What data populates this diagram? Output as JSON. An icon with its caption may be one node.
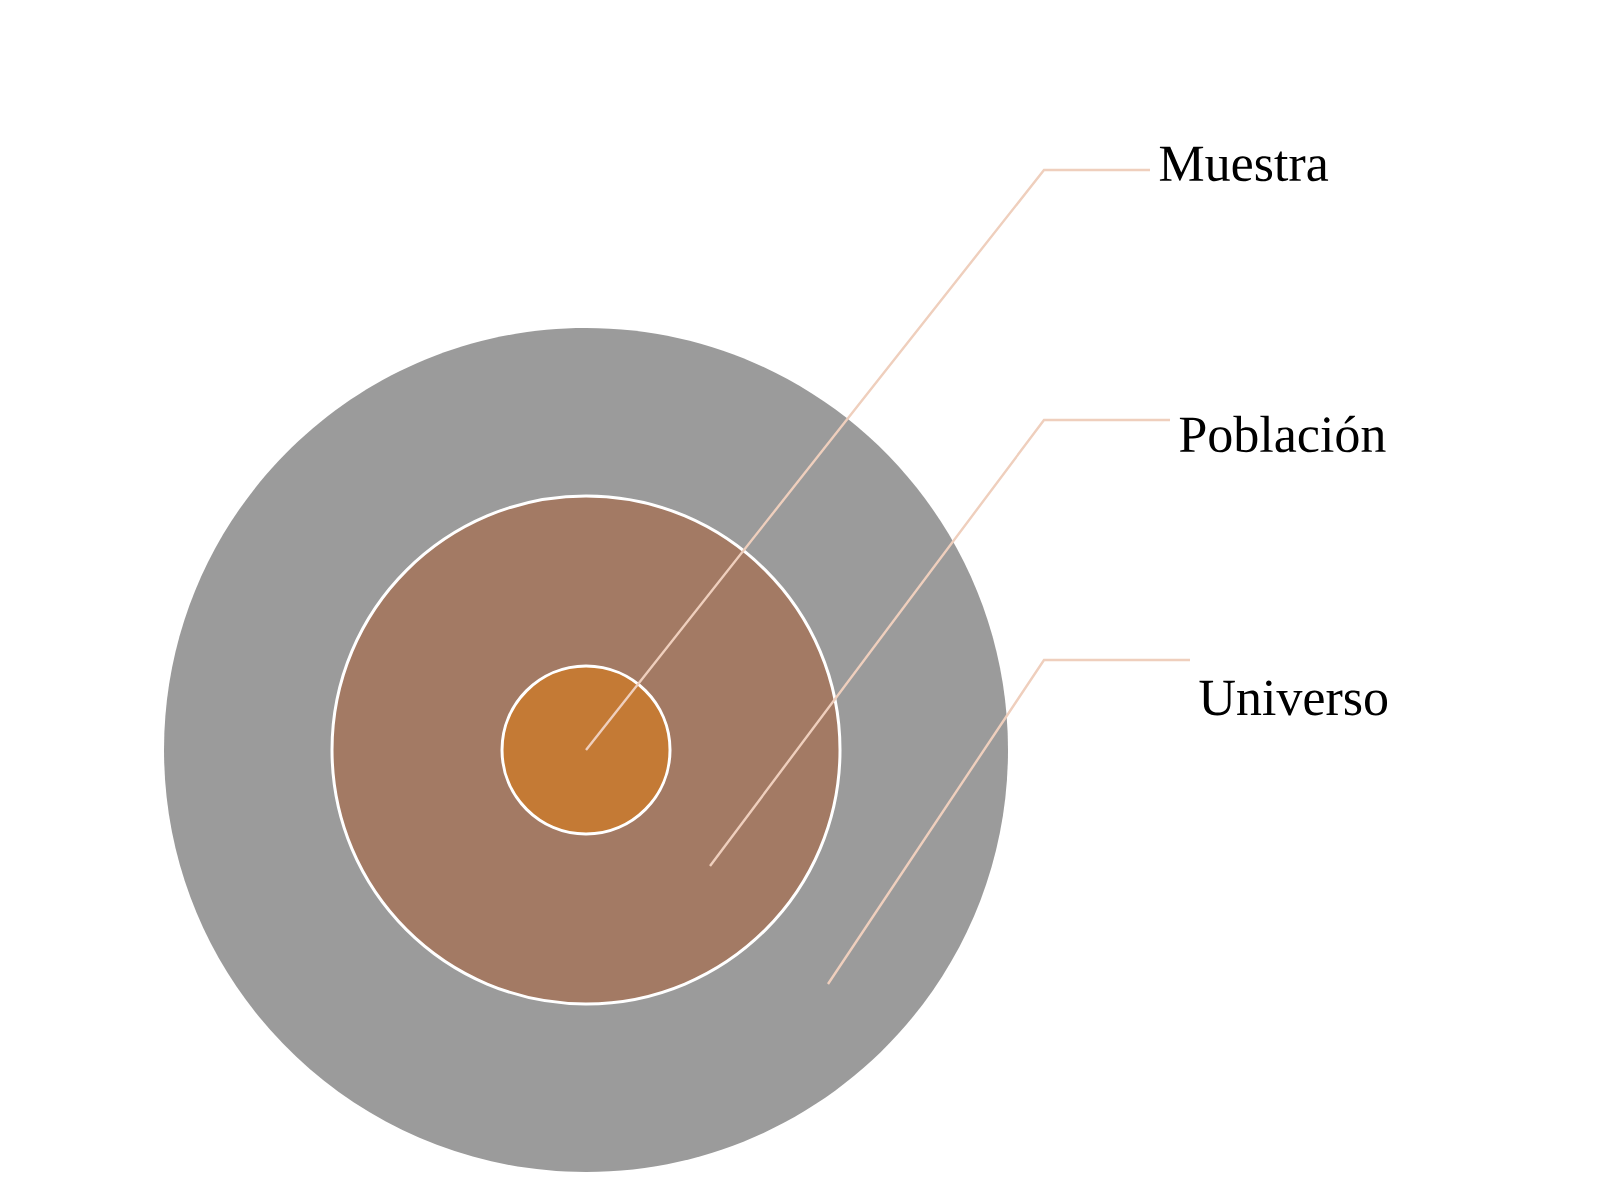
{
  "diagram": {
    "nodes": [
      {
        "text": [],
        "shape": "circle"
      },
      {
        "text": [],
        "shape": "circle",
        "in": 0
      },
      {
        "text": [],
        "shape": "circle",
        "in": 1
      },
      {
        "text": [
          "Muestra"
        ]
      },
      {
        "text": [
          "Población"
        ]
      },
      {
        "text": [
          "Universo"
        ]
      }
    ],
    "edges": [
      {
        "from": 3,
        "to": 2,
        "arrow": "none"
      },
      {
        "from": 4,
        "to": 1,
        "arrow": "none"
      },
      {
        "from": 5,
        "to": 0,
        "arrow": "none"
      }
    ]
  }
}
